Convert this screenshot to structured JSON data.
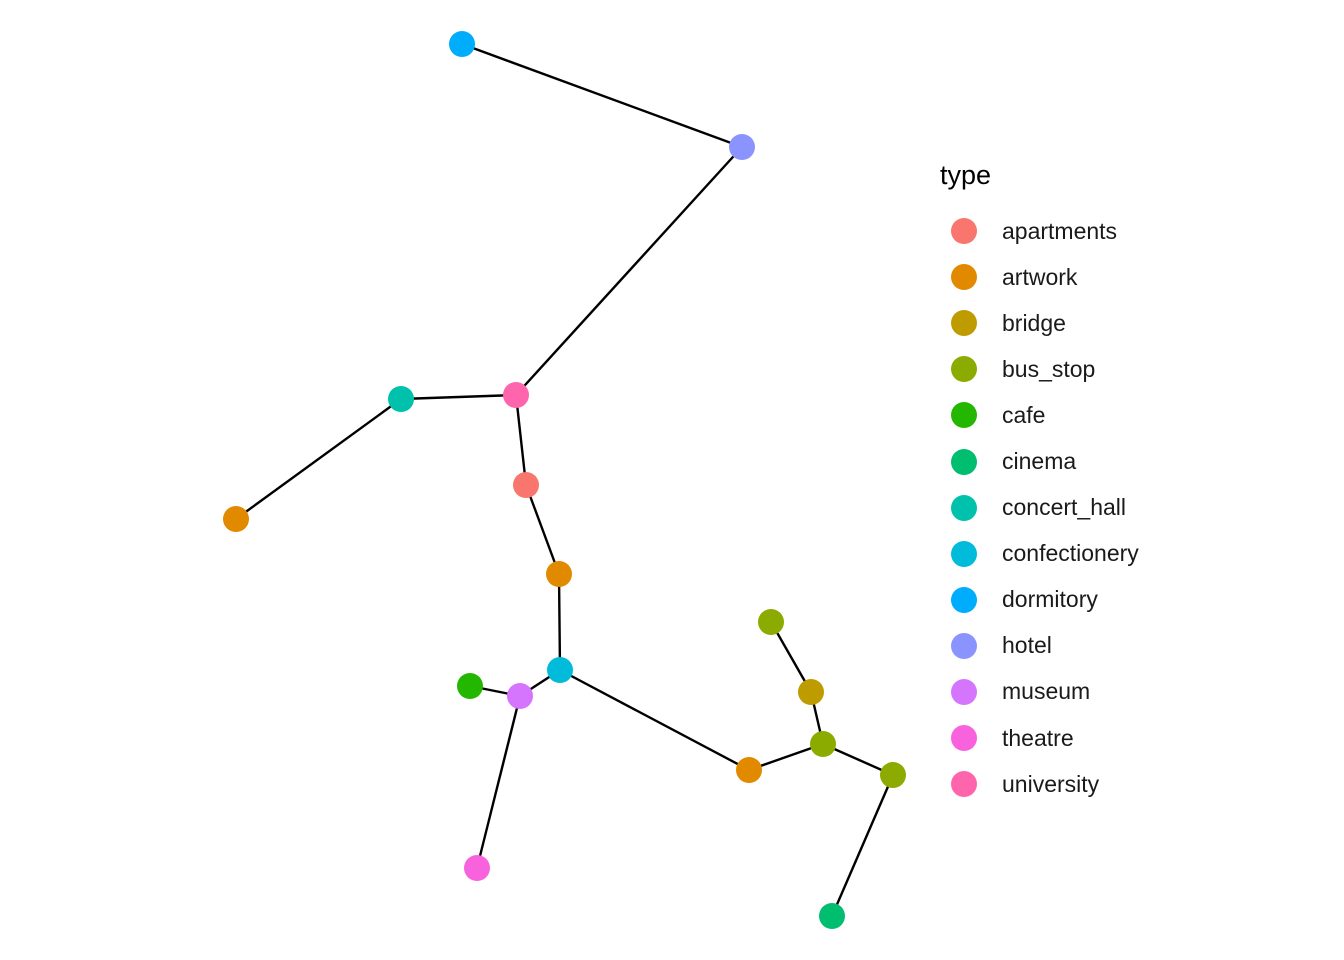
{
  "legend": {
    "title": "type",
    "items": [
      {
        "label": "apartments",
        "color": "#F8766D"
      },
      {
        "label": "artwork",
        "color": "#E18A00"
      },
      {
        "label": "bridge",
        "color": "#BE9C00"
      },
      {
        "label": "bus_stop",
        "color": "#8CAB00"
      },
      {
        "label": "cafe",
        "color": "#24B700"
      },
      {
        "label": "cinema",
        "color": "#00BE70"
      },
      {
        "label": "concert_hall",
        "color": "#00C1AB"
      },
      {
        "label": "confectionery",
        "color": "#00BBDA"
      },
      {
        "label": "dormitory",
        "color": "#00ACFC"
      },
      {
        "label": "hotel",
        "color": "#8B93FF"
      },
      {
        "label": "museum",
        "color": "#D575FE"
      },
      {
        "label": "theatre",
        "color": "#F962DD"
      },
      {
        "label": "university",
        "color": "#FF65AC"
      }
    ]
  },
  "graph": {
    "nodes": [
      {
        "id": "dormitory-1",
        "type": "dormitory"
      },
      {
        "id": "hotel-1",
        "type": "hotel"
      },
      {
        "id": "university-1",
        "type": "university"
      },
      {
        "id": "concert_hall-1",
        "type": "concert_hall"
      },
      {
        "id": "artwork-1",
        "type": "artwork"
      },
      {
        "id": "apartments-1",
        "type": "apartments"
      },
      {
        "id": "artwork-2",
        "type": "artwork"
      },
      {
        "id": "confectionery-1",
        "type": "confectionery"
      },
      {
        "id": "cafe-1",
        "type": "cafe"
      },
      {
        "id": "museum-1",
        "type": "museum"
      },
      {
        "id": "theatre-1",
        "type": "theatre"
      },
      {
        "id": "artwork-3",
        "type": "artwork"
      },
      {
        "id": "bus_stop-1",
        "type": "bus_stop"
      },
      {
        "id": "bridge-1",
        "type": "bridge"
      },
      {
        "id": "bus_stop-2",
        "type": "bus_stop"
      },
      {
        "id": "bus_stop-3",
        "type": "bus_stop"
      },
      {
        "id": "cinema-1",
        "type": "cinema"
      }
    ],
    "edges": [
      [
        "dormitory-1",
        "hotel-1"
      ],
      [
        "hotel-1",
        "university-1"
      ],
      [
        "university-1",
        "concert_hall-1"
      ],
      [
        "concert_hall-1",
        "artwork-1"
      ],
      [
        "university-1",
        "apartments-1"
      ],
      [
        "apartments-1",
        "artwork-2"
      ],
      [
        "artwork-2",
        "confectionery-1"
      ],
      [
        "confectionery-1",
        "museum-1"
      ],
      [
        "museum-1",
        "cafe-1"
      ],
      [
        "museum-1",
        "theatre-1"
      ],
      [
        "confectionery-1",
        "artwork-3"
      ],
      [
        "artwork-3",
        "bus_stop-2"
      ],
      [
        "bus_stop-2",
        "bridge-1"
      ],
      [
        "bridge-1",
        "bus_stop-1"
      ],
      [
        "bus_stop-2",
        "bus_stop-3"
      ],
      [
        "bus_stop-3",
        "cinema-1"
      ]
    ]
  }
}
